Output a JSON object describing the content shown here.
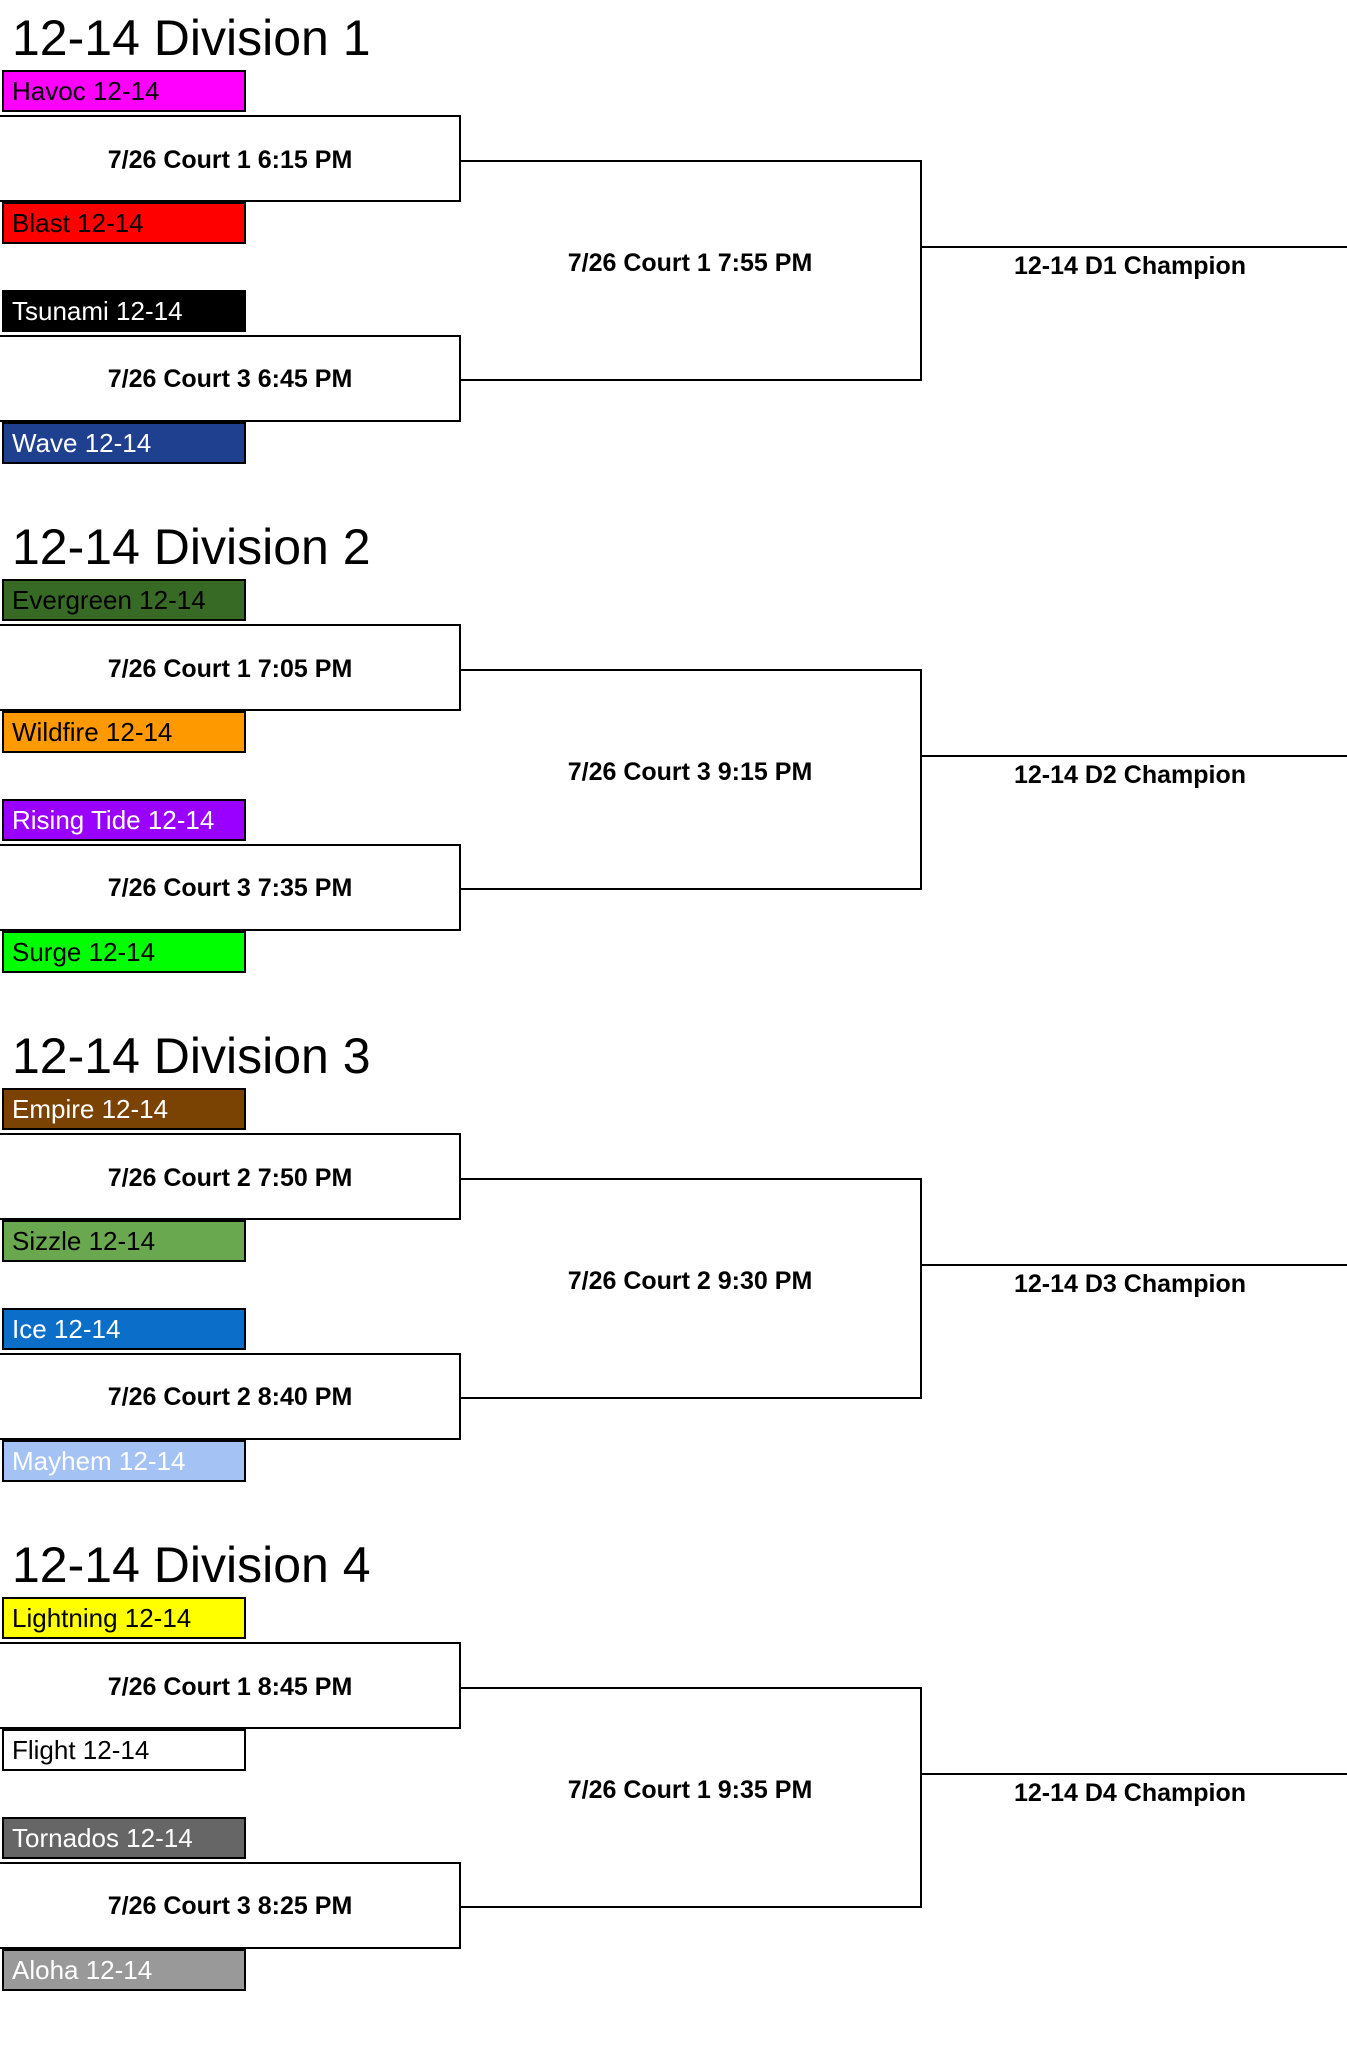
{
  "divisions": [
    {
      "title": "12-14 Division 1",
      "games": [
        "7/26 Court 1 6:15 PM",
        "7/26 Court 3 6:45 PM"
      ],
      "final": "7/26 Court 1 7:55 PM",
      "champion": "12-14 D1 Champion",
      "teams": [
        {
          "name": "Havoc 12-14",
          "bg": "#ff00ff",
          "fg": "#000000"
        },
        {
          "name": "Blast 12-14",
          "bg": "#ff0000",
          "fg": "#000000"
        },
        {
          "name": "Tsunami 12-14",
          "bg": "#000000",
          "fg": "#ffffff"
        },
        {
          "name": "Wave 12-14",
          "bg": "#1f3f8f",
          "fg": "#ffffff"
        }
      ]
    },
    {
      "title": "12-14 Division 2",
      "games": [
        "7/26 Court 1 7:05 PM",
        "7/26 Court 3 7:35 PM"
      ],
      "final": "7/26 Court 3 9:15 PM",
      "champion": "12-14 D2 Champion",
      "teams": [
        {
          "name": "Evergreen 12-14",
          "bg": "#376a24",
          "fg": "#000000"
        },
        {
          "name": "Wildfire 12-14",
          "bg": "#ff9900",
          "fg": "#000000"
        },
        {
          "name": "Rising Tide 12-14",
          "bg": "#9900ff",
          "fg": "#ffffff"
        },
        {
          "name": "Surge 12-14",
          "bg": "#00ff00",
          "fg": "#000000"
        }
      ]
    },
    {
      "title": "12-14 Division 3",
      "games": [
        "7/26 Court 2 7:50 PM",
        "7/26 Court 2 8:40 PM"
      ],
      "final": "7/26 Court 2 9:30 PM",
      "champion": "12-14 D3 Champion",
      "teams": [
        {
          "name": "Empire 12-14",
          "bg": "#7a4304",
          "fg": "#ffffff"
        },
        {
          "name": "Sizzle 12-14",
          "bg": "#6aa84f",
          "fg": "#000000"
        },
        {
          "name": "Ice 12-14",
          "bg": "#0b6fc9",
          "fg": "#ffffff"
        },
        {
          "name": "Mayhem 12-14",
          "bg": "#a4c2f4",
          "fg": "#ffffff"
        }
      ]
    },
    {
      "title": "12-14 Division 4",
      "games": [
        "7/26 Court 1 8:45 PM",
        "7/26 Court 3 8:25 PM"
      ],
      "final": "7/26 Court 1 9:35 PM",
      "champion": "12-14 D4 Champion",
      "teams": [
        {
          "name": "Lightning 12-14",
          "bg": "#ffff00",
          "fg": "#000000"
        },
        {
          "name": "Flight 12-14",
          "bg": "#ffffff",
          "fg": "#000000"
        },
        {
          "name": "Tornados 12-14",
          "bg": "#666666",
          "fg": "#ffffff"
        },
        {
          "name": "Aloha 12-14",
          "bg": "#999999",
          "fg": "#ffffff"
        }
      ]
    }
  ]
}
